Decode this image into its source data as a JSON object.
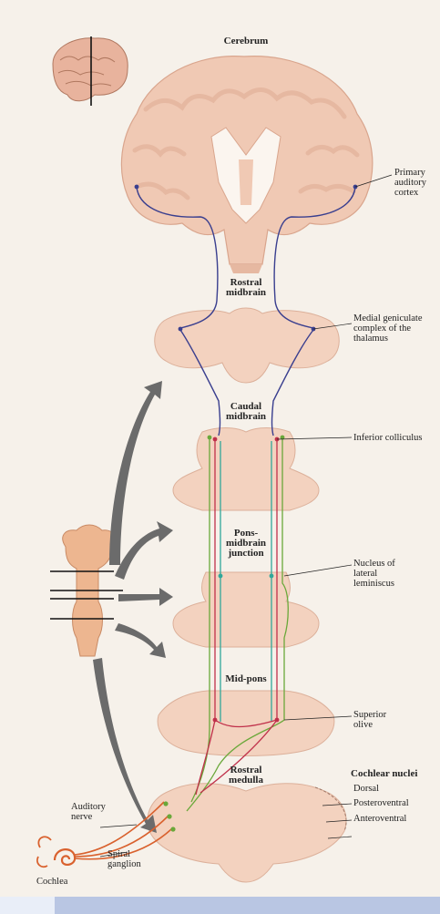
{
  "labels": {
    "cerebrum": "Cerebrum",
    "primary_auditory_cortex": "Primary\nauditory\ncortex",
    "rostral_midbrain": "Rostral\nmidbrain",
    "medial_geniculate": "Medial geniculate\ncomplex of the\nthalamus",
    "caudal_midbrain": "Caudal\nmidbrain",
    "inferior_colliculus": "Inferior colliculus",
    "pons_midbrain_junction": "Pons-\nmidbrain\njunction",
    "nucleus_lateral_lemniscus": "Nucleus of\nlateral\nleminiscus",
    "mid_pons": "Mid-pons",
    "superior_olive": "Superior\nolive",
    "rostral_medulla": "Rostral\nmedulla",
    "cochlear_nuclei": "Cochlear nuclei",
    "dorsal": "Dorsal",
    "posteroventral": "Posteroventral",
    "anteroventral": "Anteroventral",
    "auditory_nerve": "Auditory\nnerve",
    "spiral_ganglion": "Spiral\nganglion",
    "cochlea": "Cochlea"
  },
  "colors": {
    "tissue": "#f0c9b4",
    "tissue_dark": "#d9a58d",
    "blue_path": "#3a3f8f",
    "red_path": "#c0304a",
    "green_path": "#6aa83a",
    "teal_path": "#2fa79a",
    "nerve": "#d9612e",
    "arrow": "#6b6b6b"
  }
}
